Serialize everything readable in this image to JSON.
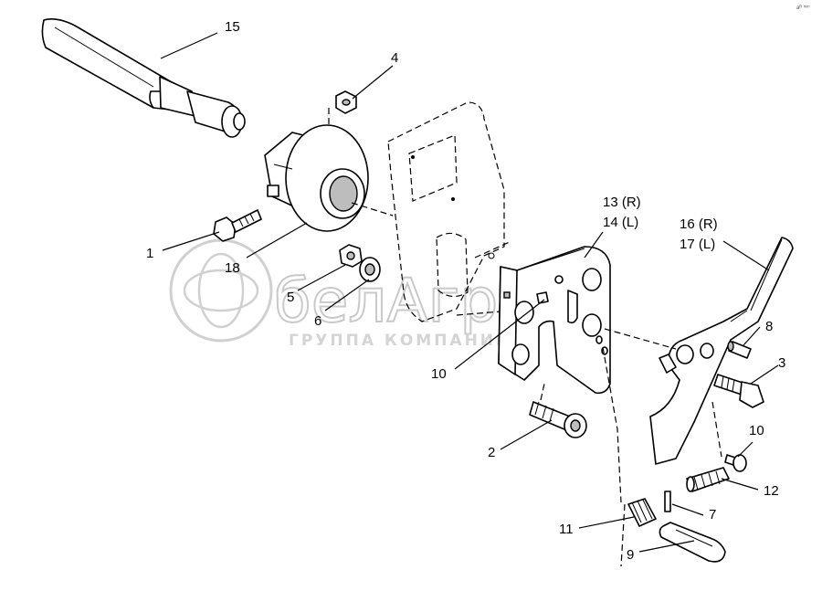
{
  "watermark": {
    "brand": "белАгро",
    "subtitle": "ГРУППА КОМПАНИЙ"
  },
  "corner_mark": "aᴿ ᵐᵐ",
  "callouts": {
    "c15": "15",
    "c4": "4",
    "c1": "1",
    "c18": "18",
    "c5": "5",
    "c6": "6",
    "c13": "13 (R)",
    "c14": "14 (L)",
    "c16": "16 (R)",
    "c17": "17 (L)",
    "c10a": "10",
    "c8": "8",
    "c3": "3",
    "c2": "2",
    "c10b": "10",
    "c12": "12",
    "c7": "7",
    "c11": "11",
    "c9": "9"
  }
}
